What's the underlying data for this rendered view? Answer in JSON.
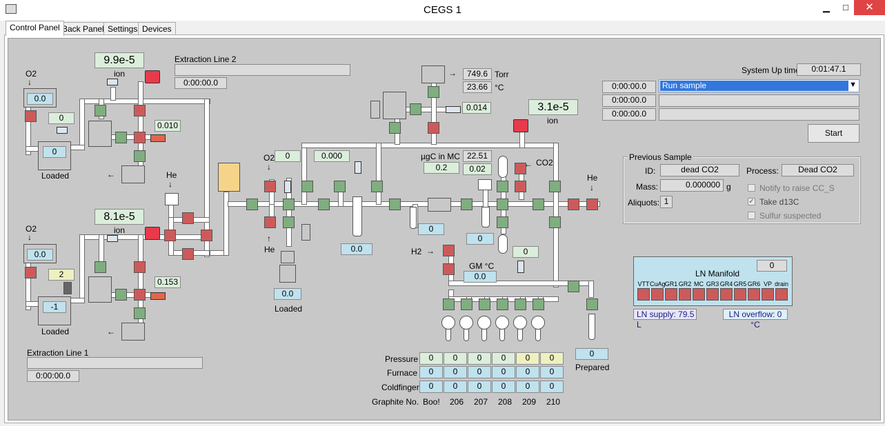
{
  "window": {
    "title": "CEGS 1",
    "minimize": "▁",
    "maximize": "□",
    "close": "✕"
  },
  "tabs": [
    "Control Panel",
    "Back Panel",
    "Settings",
    "Devices"
  ],
  "extraction_line_2": {
    "label": "Extraction Line 2",
    "timer": "0:00:00.0"
  },
  "extraction_line_1": {
    "label": "Extraction Line 1",
    "timer": "0:00:00.0"
  },
  "top_left": {
    "o2_label": "O2",
    "o2_value": "0.0",
    "ion_value": "9.9e-5",
    "ion_label": "ion",
    "sample_value": "0",
    "furnace_value": "0",
    "loaded_label": "Loaded",
    "gauge_value": "0.010"
  },
  "bottom_left": {
    "o2_label": "O2",
    "o2_value": "0.0",
    "ion_value": "8.1e-5",
    "ion_label": "ion",
    "sample_value": "2",
    "furnace_value": "-1",
    "loaded_label": "Loaded",
    "gauge_value": "0.153",
    "he_label": "He"
  },
  "vtt": {
    "o2_label": "O2",
    "o2_value": "0",
    "value_000": "0.000",
    "he_label": "He",
    "loaded_value": "0.0",
    "loaded_label": "Loaded",
    "vtt_value": "0.0"
  },
  "top_center": {
    "torr_value": "749.6",
    "torr_unit": "Torr",
    "temp_value": "23.66",
    "temp_unit": "°C",
    "gauge_value": "0.014"
  },
  "ion_right": {
    "value": "3.1e-5",
    "label": "ion"
  },
  "mc": {
    "label": "µgC in MC",
    "temp": "22.51",
    "ugc": "0.2",
    "pressure": "0.02",
    "co2_label": "CO2",
    "he_label": "He",
    "cf_value": "0",
    "split_value": "0"
  },
  "h2": {
    "label": "H2",
    "gm_label": "GM °C",
    "gm_value": "0.0",
    "gauge_value": "0"
  },
  "prepared": {
    "value": "0",
    "label": "Prepared"
  },
  "graphite_table": {
    "row_labels": [
      "Pressure",
      "Furnace",
      "Coldfinger",
      "Graphite No."
    ],
    "pressure": [
      "0",
      "0",
      "0",
      "0",
      "0",
      "0"
    ],
    "furnace": [
      "0",
      "0",
      "0",
      "0",
      "0",
      "0"
    ],
    "coldfinger": [
      "0",
      "0",
      "0",
      "0",
      "0",
      "0"
    ],
    "graphite_no": [
      "Boo!",
      "206",
      "207",
      "208",
      "209",
      "210"
    ]
  },
  "run": {
    "uptime_label": "System Up time",
    "uptime_value": "0:01:47.1",
    "timers": [
      "0:00:00.0",
      "0:00:00.0",
      "0:00:00.0"
    ],
    "selected_process": "Run sample",
    "start_label": "Start"
  },
  "previous_sample": {
    "group_label": "Previous Sample",
    "id_label": "ID:",
    "id_value": "dead CO2",
    "process_label": "Process:",
    "process_value": "Dead CO2",
    "mass_label": "Mass:",
    "mass_value": "0.000000",
    "mass_unit": "g",
    "aliquots_label": "Aliquots:",
    "aliquots_value": "1",
    "notify_label": "Notify to raise CC_S",
    "take_d13c_label": "Take d13C",
    "sulfur_label": "Sulfur suspected"
  },
  "ln_manifold": {
    "title": "LN Manifold",
    "value": "0",
    "ports": [
      "VTT",
      "CuAg",
      "GR1",
      "GR2",
      "MC",
      "GR3",
      "GR4",
      "GR5",
      "GR6",
      "VP",
      "drain"
    ],
    "supply": "LN supply: 79.5 L",
    "overflow": "LN overflow:  0 °C"
  }
}
